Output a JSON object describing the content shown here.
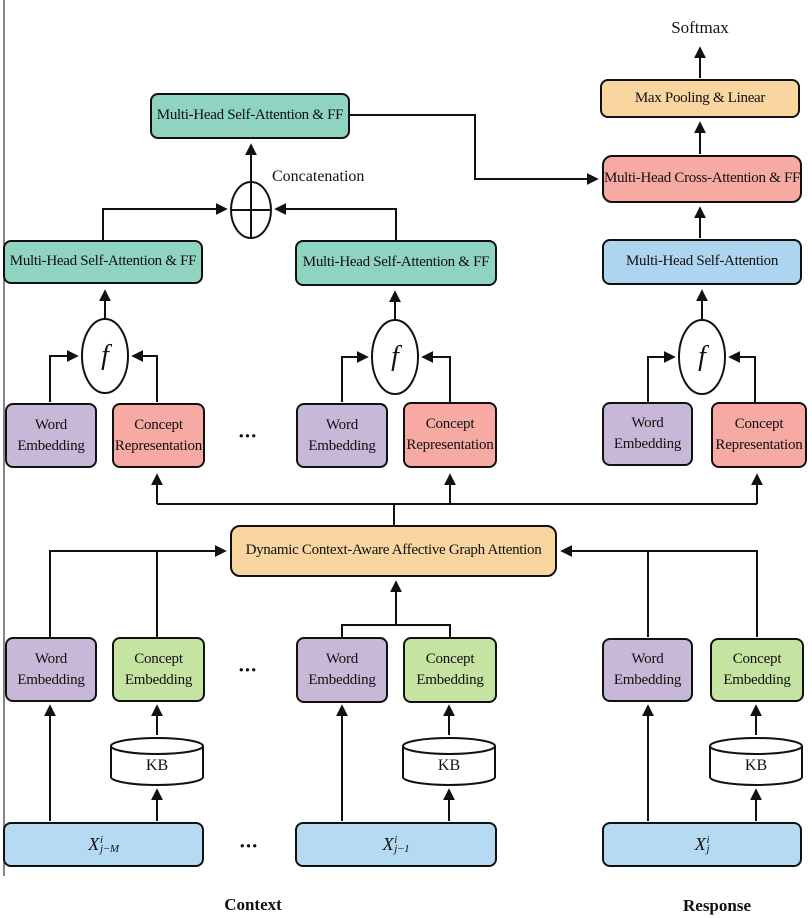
{
  "labels": {
    "softmax": "Softmax",
    "max_pooling_linear": "Max Pooling & Linear",
    "cross_attention_ff": "Multi-Head Cross-Attention & FF",
    "self_attention": "Multi-Head Self-Attention",
    "self_attention_ff": "Multi-Head Self-Attention & FF",
    "concatenation": "Concatenation",
    "fusion_function": "f",
    "word_embedding_line1": "Word",
    "word_embedding_line2": "Embedding",
    "concept_representation_line1": "Concept",
    "concept_representation_line2": "Representation",
    "concept_embedding_line1": "Concept",
    "concept_embedding_line2": "Embedding",
    "dynamic_graph_attention": "Dynamic Context-Aware Affective Graph Attention",
    "knowledge_base": "KB",
    "ellipsis": "...",
    "context": "Context",
    "response": "Response"
  },
  "math": {
    "base": "X",
    "sup": "i",
    "sub_context_first": "j−M",
    "sub_context_last": "j−1",
    "sub_response": "j"
  },
  "colors": {
    "teal": "#8fd3c1",
    "orange": "#f9d5a0",
    "pink": "#f6aaa3",
    "blue": "#aed5ef",
    "light_blue": "#b6daf2",
    "purple": "#c7b8d7",
    "green": "#c5e4a2",
    "line": "#111111"
  }
}
